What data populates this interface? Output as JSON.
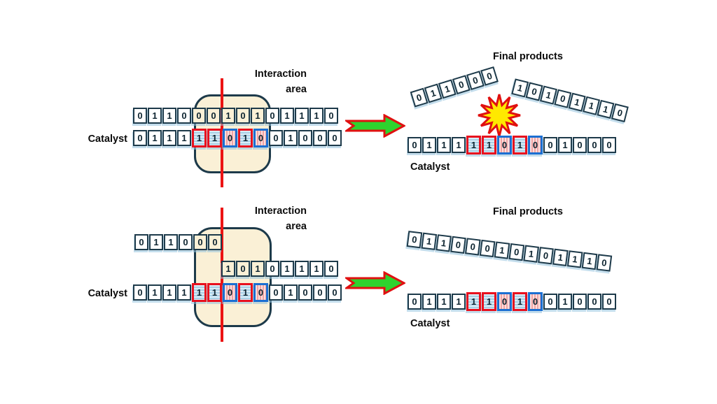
{
  "labels": {
    "catalyst": "Catalyst",
    "interaction_line1": "Interaction",
    "interaction_line2": "area",
    "final_products": "Final products"
  },
  "colors": {
    "area_fill": "#faf0d6",
    "outline_navy": "#1d3a4a",
    "separation_red": "#ec1313",
    "arrow_green": "#2ed32e",
    "arrow_outline_red": "#e01010",
    "star_yellow": "#ffe900",
    "mark_one_border": "#e8101e",
    "mark_one_fill": "#bcdcee",
    "mark_zero_border": "#1b6fd2",
    "mark_zero_fill": "#f6caca"
  },
  "rows": {
    "tl_substrate": {
      "digits": "01100010101110",
      "beige": [
        4,
        5,
        6,
        7,
        8
      ]
    },
    "tl_catalyst": {
      "digits": "01111101001000",
      "marked": [
        4,
        5,
        6,
        7,
        8
      ]
    },
    "tr_product_a": {
      "digits": "011000"
    },
    "tr_product_b": {
      "digits": "10101110"
    },
    "tr_catalyst": {
      "digits": "01111101001000",
      "marked": [
        4,
        5,
        6,
        7,
        8
      ]
    },
    "bl_string_a": {
      "digits": "011000",
      "beige": [
        4,
        5
      ]
    },
    "bl_string_b": {
      "digits": "10101110",
      "beige": [
        0,
        1,
        2
      ]
    },
    "bl_catalyst": {
      "digits": "01111101001000",
      "marked": [
        4,
        5,
        6,
        7,
        8
      ]
    },
    "br_product": {
      "digits": "01100010101110"
    },
    "br_catalyst": {
      "digits": "01111101001000",
      "marked": [
        4,
        5,
        6,
        7,
        8
      ]
    }
  }
}
